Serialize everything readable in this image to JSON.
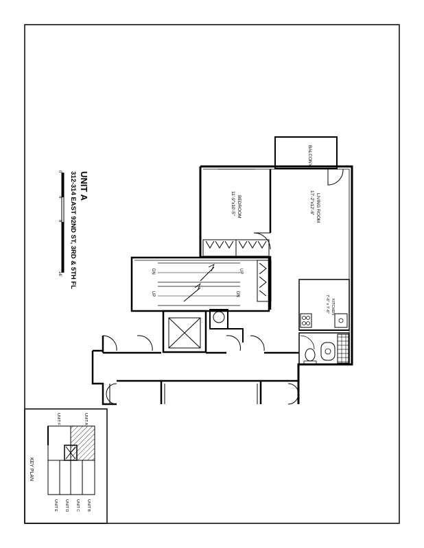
{
  "title": {
    "unit": "UNIT A",
    "address": "312-314 EAST 92ND ST, 3RD & 5TH FL"
  },
  "scale_bar": {
    "ticks": [
      "0",
      "4'",
      "8'",
      "16'"
    ]
  },
  "rooms": {
    "balcony": {
      "name": "BALCONY"
    },
    "living": {
      "name": "LIVING ROOM",
      "dims": "17'-2\"x12'-6\""
    },
    "bedroom": {
      "name": "BEDROOM",
      "dims": "11'-9\"x10'-5\""
    },
    "kitchen": {
      "name": "KITCHEN",
      "dims": "7'-6\" x 7'-6\""
    }
  },
  "stairs": {
    "up1": "UP",
    "dn1": "DN",
    "up2": "UP",
    "dn2": "DN"
  },
  "key_plan": {
    "title": "KEY PLAN",
    "units": {
      "a": "UNIT A",
      "b": "UNIT B",
      "c": "UNIT C",
      "d": "UNIT D",
      "e": "UNIT E",
      "f": "UNIT F"
    }
  }
}
